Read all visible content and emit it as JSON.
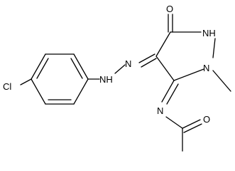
{
  "molecule": {
    "atoms": {
      "cl": "Cl",
      "nh_hydrazone": "NH",
      "n_hydrazone": "N",
      "o_keto": "O",
      "nh_ring": "NH",
      "n_ring": "N",
      "n_imine": "N",
      "o_acetyl": "O"
    }
  },
  "colors": {
    "bond": "#000000",
    "background": "#ffffff",
    "text": "#000000"
  }
}
